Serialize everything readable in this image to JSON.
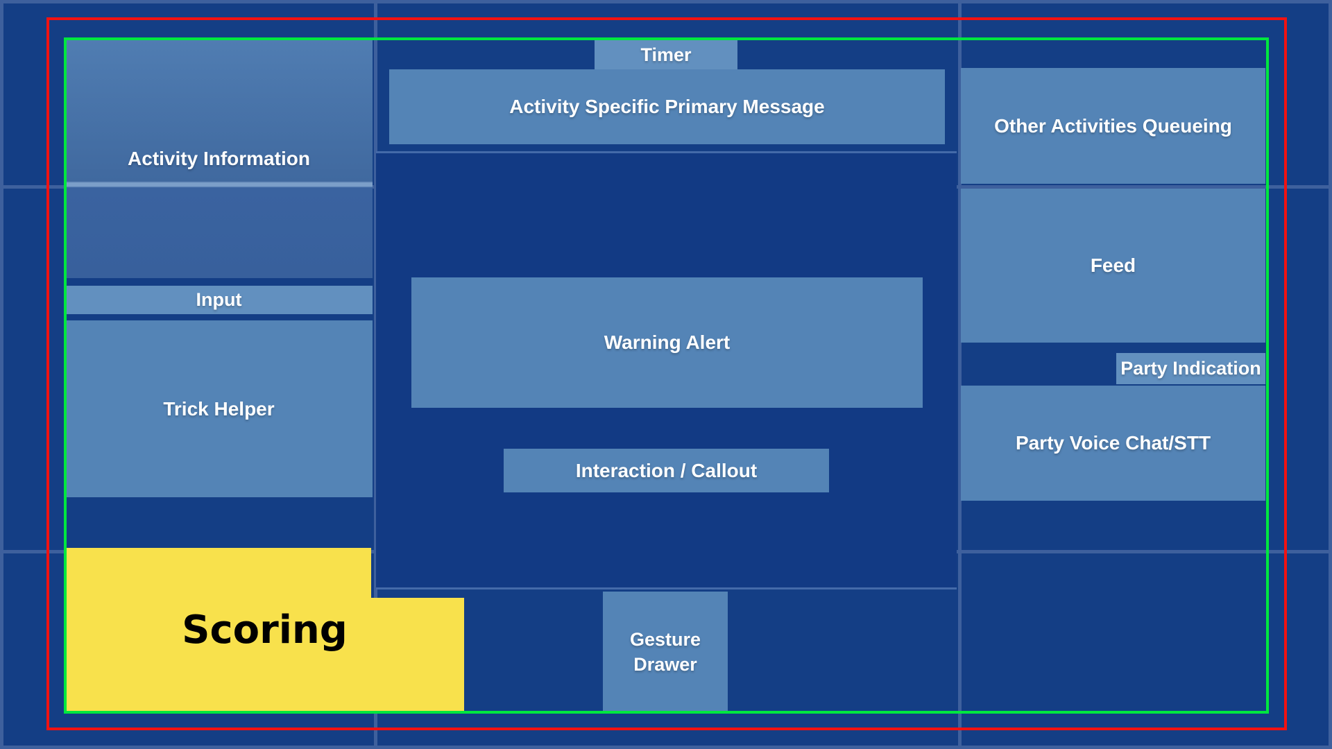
{
  "palette": {
    "background": "#143E85",
    "grid_line": "#3E609D",
    "center_panel": "#123A84",
    "panel_blue": "#5484B6",
    "panel_blue_light": "#6290BF",
    "activity_panel_top": "#507DB2",
    "activity_panel_bottom": "#3A63A0",
    "scoring_yellow": "#F8E14C",
    "scoring_text": "#000000",
    "label_text": "#FFFFFF",
    "safe_area_outer_red": "#F21212",
    "safe_area_inner_green": "#00E73F"
  },
  "regions": {
    "activity_information": {
      "label": "Activity Information"
    },
    "input": {
      "label": "Input"
    },
    "trick_helper": {
      "label": "Trick Helper"
    },
    "scoring": {
      "label": "Scoring"
    },
    "timer": {
      "label": "Timer"
    },
    "activity_primary_message": {
      "label": "Activity Specific Primary Message"
    },
    "warning_alert": {
      "label": "Warning Alert"
    },
    "interaction_callout": {
      "label": "Interaction / Callout"
    },
    "gesture_drawer": {
      "label": "Gesture Drawer"
    },
    "other_activities_queueing": {
      "label": "Other Activities Queueing"
    },
    "feed": {
      "label": "Feed"
    },
    "party_indication": {
      "label": "Party Indication"
    },
    "party_voice_chat": {
      "label": "Party Voice Chat/STT"
    }
  }
}
